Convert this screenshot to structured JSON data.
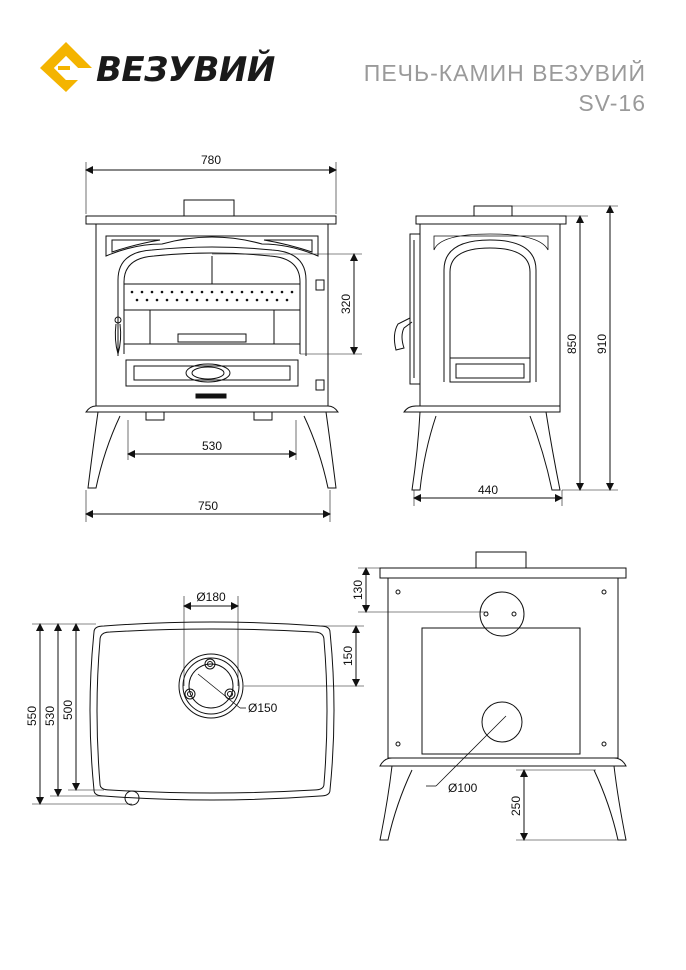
{
  "brand": {
    "name": "ВЕЗУВИЙ",
    "logo_icon": "vesuvius-logo-icon",
    "logo_color": "#f4b400"
  },
  "header": {
    "title_line1": "ПЕЧЬ-КАМИН ВЕЗУВИЙ",
    "title_line2": "SV-16"
  },
  "front_view": {
    "width_top": "780",
    "width_base": "750",
    "legs_span": "530",
    "door_height": "320"
  },
  "side_view": {
    "depth": "440",
    "height_body": "850",
    "height_total": "910"
  },
  "top_view": {
    "flue_outer": "Ø180",
    "flue_inner": "Ø150",
    "depth_total": "550",
    "depth_body": "530",
    "depth_top": "500",
    "flue_offset": "150"
  },
  "back_view": {
    "top_offset": "130",
    "rear_outlet": "Ø100",
    "leg_height": "250"
  }
}
